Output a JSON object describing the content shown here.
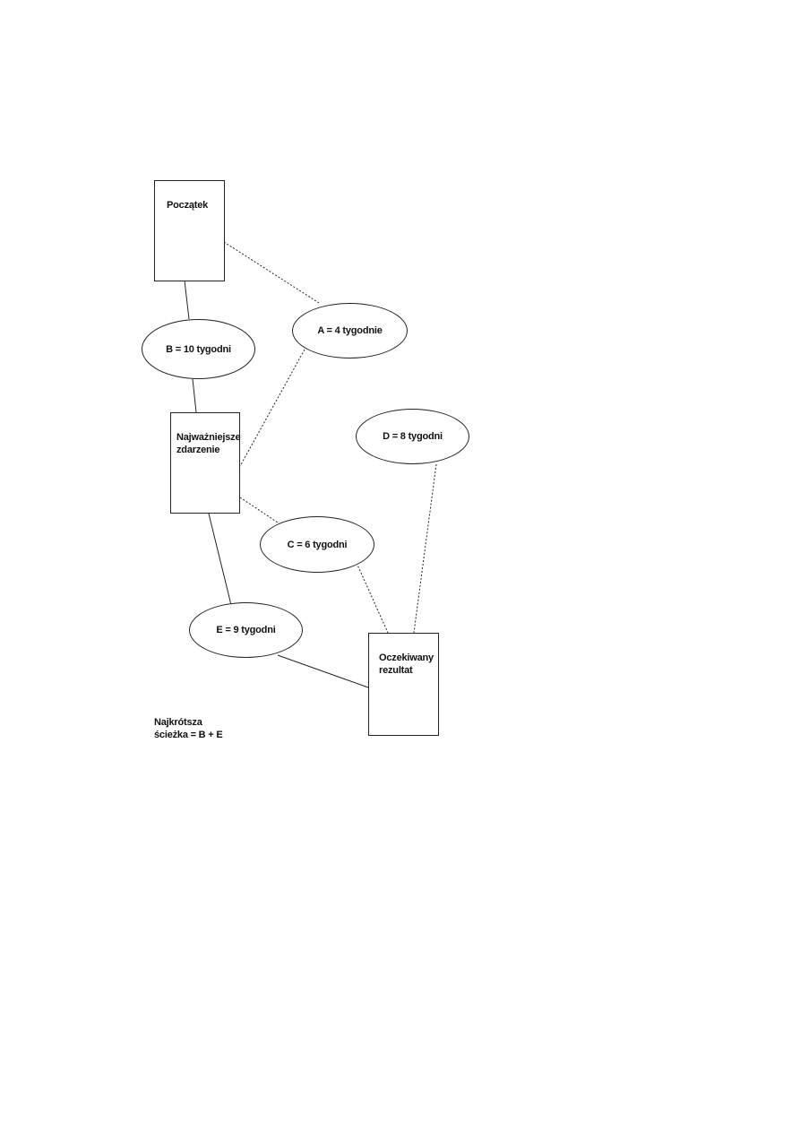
{
  "nodes": {
    "start": {
      "label": "Początek"
    },
    "milestone": {
      "label": "Najważniejsze\nzdarzenie"
    },
    "result": {
      "label": "Oczekiwany\nrezultat"
    }
  },
  "tasks": {
    "a": {
      "label": "A = 4 tygodnie",
      "line_style": "dashed"
    },
    "b": {
      "label": "B = 10 tygodni",
      "line_style": "solid"
    },
    "c": {
      "label": "C = 6 tygodni",
      "line_style": "dashed"
    },
    "d": {
      "label": "D = 8 tygodni",
      "line_style": "dashed"
    },
    "e": {
      "label": "E = 9 tygodni",
      "line_style": "solid"
    }
  },
  "note": {
    "line1": "Najkrótsza",
    "line2": "ścieżka = B + E"
  },
  "colors": {
    "stroke": "#222222",
    "background": "#ffffff"
  }
}
